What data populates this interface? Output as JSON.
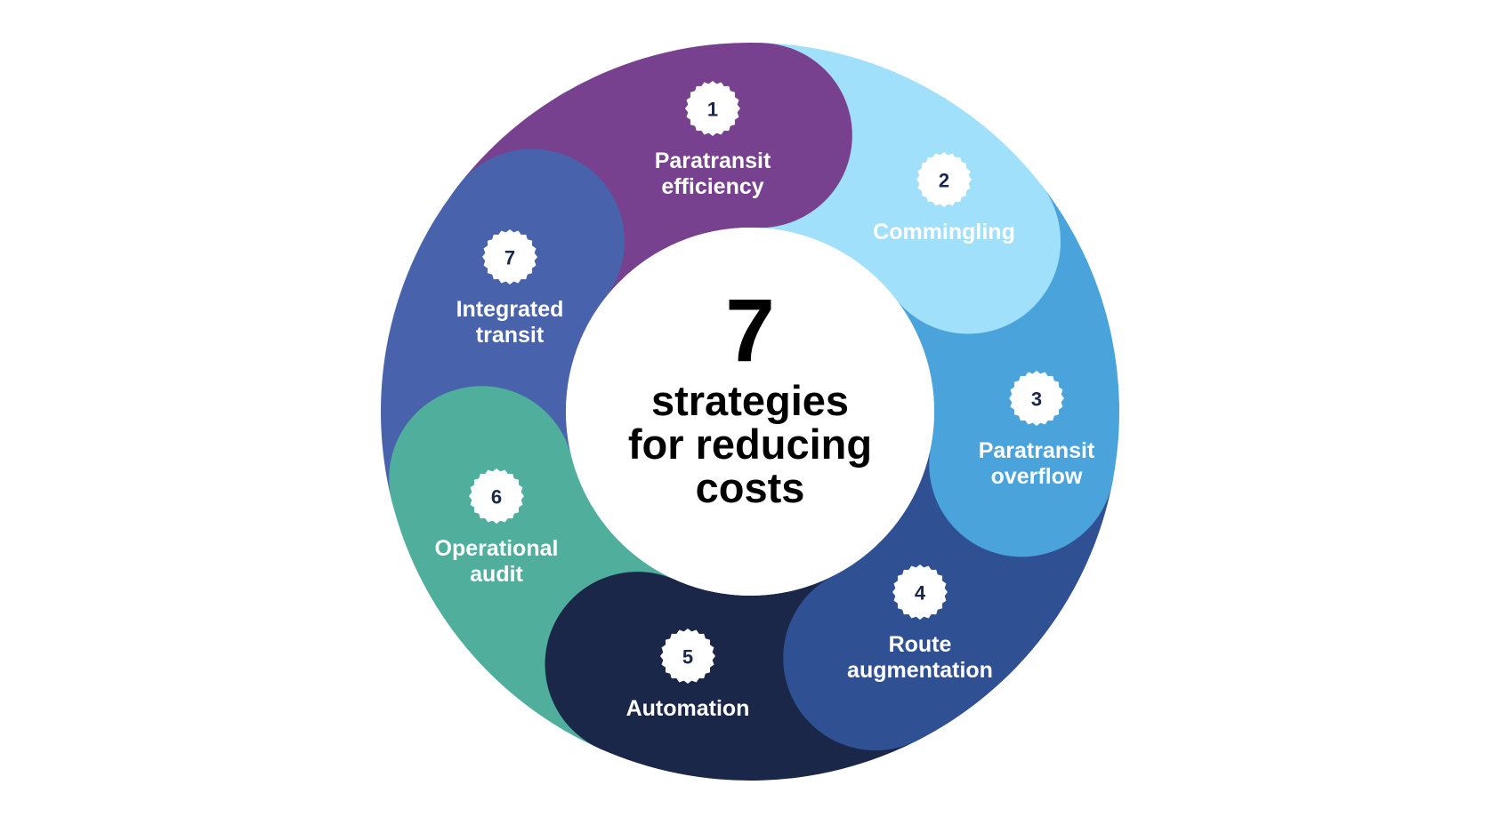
{
  "center": {
    "number": "7",
    "line1": "strategies",
    "line2": "for reducing",
    "line3": "costs"
  },
  "strategies": [
    {
      "num": "1",
      "line1": "Paratransit",
      "line2": "efficiency",
      "color": "#77418f"
    },
    {
      "num": "2",
      "line1": "Commingling",
      "line2": "",
      "color": "#a1e0fa"
    },
    {
      "num": "3",
      "line1": "Paratransit",
      "line2": "overflow",
      "color": "#4ba3db"
    },
    {
      "num": "4",
      "line1": "Route",
      "line2": "augmentation",
      "color": "#2f5193"
    },
    {
      "num": "5",
      "line1": "Automation",
      "line2": "",
      "color": "#1b2749"
    },
    {
      "num": "6",
      "line1": "Operational",
      "line2": "audit",
      "color": "#4faf9c"
    },
    {
      "num": "7",
      "line1": "Integrated",
      "line2": "transit",
      "color": "#4863ab"
    }
  ],
  "colors": {
    "badge_fill": "#ffffff",
    "badge_text": "#1b2749",
    "label_text": "#ffffff",
    "center_fill": "#ffffff",
    "center_text": "#000000"
  }
}
